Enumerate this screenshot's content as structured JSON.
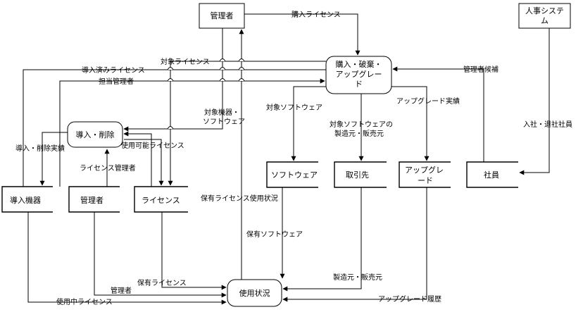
{
  "external_entities": {
    "admin_top": "管理者",
    "hr_system_line1": "人事システ",
    "hr_system_line2": "ム"
  },
  "processes": {
    "purchase_line1": "購入・破棄・",
    "purchase_line2": "アップグレー",
    "purchase_line3": "ド",
    "install": "導入・削除",
    "usage": "使用状況"
  },
  "data_stores": {
    "installed_devices": "導入機器",
    "admins": "管理者",
    "licenses": "ライセンス",
    "software": "ソフトウェア",
    "vendors": "取引先",
    "upgrade_line1": "アップグレ",
    "upgrade_line2": "ード",
    "employees": "社員"
  },
  "flow_labels": {
    "purchased_license": "購入ライセンス",
    "target_license": "対象ライセンス",
    "installed_license": "導入済みライセンス",
    "responsible_admin": "担当管理者",
    "admin_candidate": "管理者候補",
    "target_device_line1": "対象機器・",
    "target_device_line2": "ソフトウェア",
    "target_software": "対象ソフトウェア",
    "target_sw_vendor_line1": "対象ソフトウェアの",
    "target_sw_vendor_line2": "製造元・販売元",
    "upgrade_record": "アップグレード実績",
    "join_leave": "入社・退社社員",
    "install_record": "導入・削除実績",
    "available_license": "使用可能ライセンス",
    "license_admin": "ライセンス管理者",
    "owned_license_usage": "保有ライセンス使用状況",
    "owned_software": "保有ソフトウェア",
    "owned_license": "保有ライセンス",
    "admin_short": "管理者",
    "in_use_license": "使用中ライセンス",
    "manufacturer_vendor": "製造元・販売元",
    "upgrade_history": "アップグレード履歴"
  }
}
